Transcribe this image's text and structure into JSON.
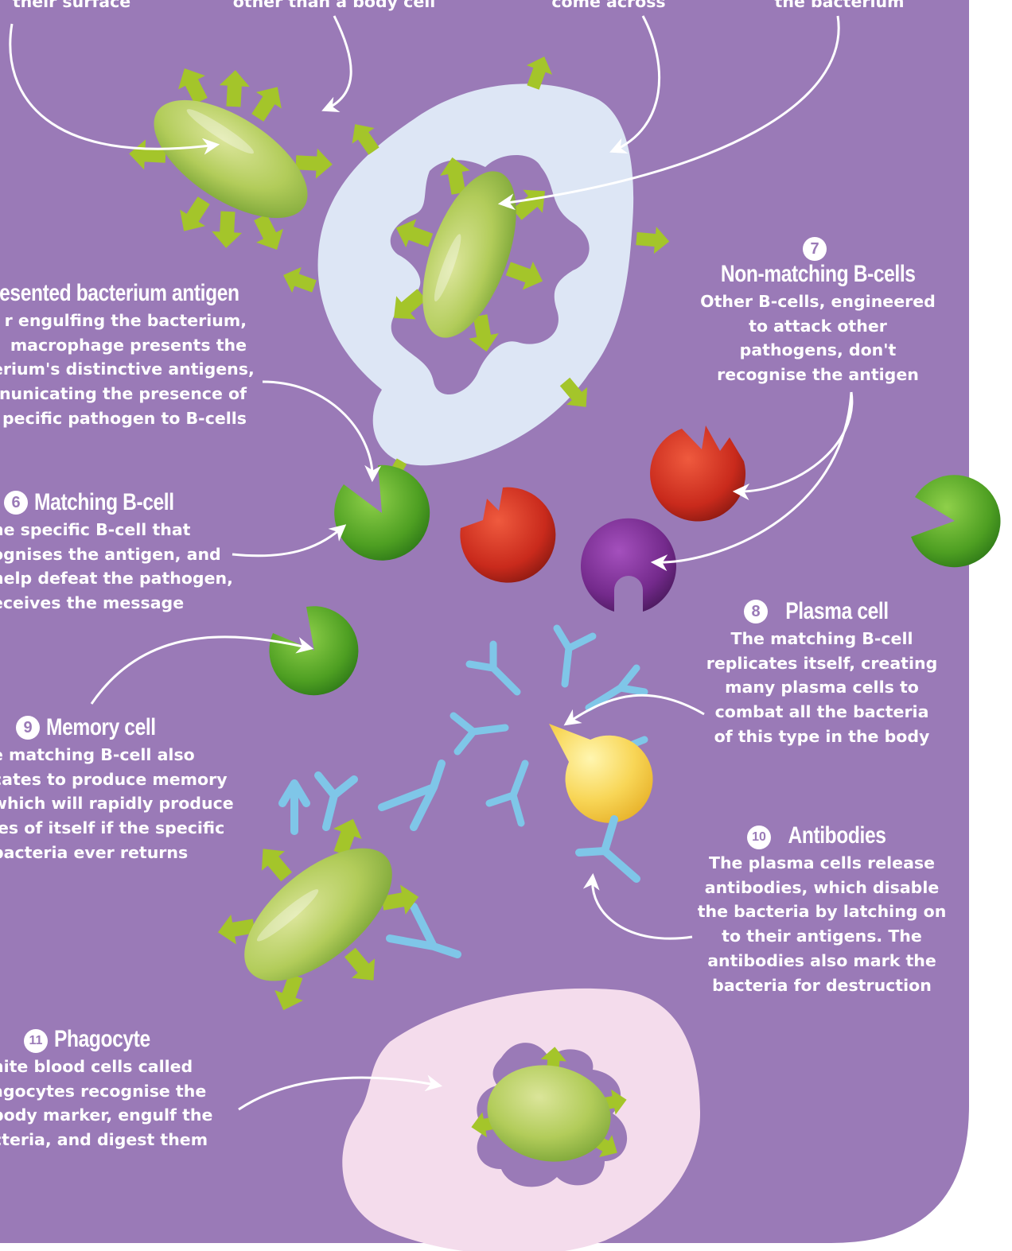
{
  "colors": {
    "background": "#9a7ab7",
    "macrophage": "#dde6f5",
    "phagocyte": "#f4dcec",
    "bacterium": "#a7c552",
    "antigen_arrow": "#a4c52a",
    "matching_bcell": "#5aa82a",
    "nonmatching_red": "#d53224",
    "nonmatching_purple": "#7b2f93",
    "plasma_cell": "#f7cf4a",
    "antibody": "#7fc6e8"
  },
  "top_fragments": {
    "a": "their surface",
    "b": "other than a body cell",
    "c": "come across",
    "d": "the bacterium"
  },
  "labels": {
    "presented": {
      "title": "resented bacterium antigen",
      "lines": [
        "r engulfing the bacterium,",
        "macrophage presents the",
        "erium's distinctive antigens,",
        "nunicating the presence of",
        "pecific pathogen to B-cells"
      ]
    },
    "matching": {
      "number": "6",
      "title": "Matching B-cell",
      "lines": [
        "he specific B-cell that",
        "ognises the antigen, and",
        "help defeat the pathogen,",
        "eceives the message"
      ]
    },
    "nonmatching": {
      "number": "7",
      "title": "Non-matching B-cells",
      "lines": [
        "Other B-cells, engineered",
        "to attack other",
        "pathogens, don't",
        "recognise the antigen"
      ]
    },
    "plasma": {
      "number": "8",
      "title": "Plasma cell",
      "lines": [
        "The matching B-cell",
        "replicates itself, creating",
        "many plasma cells to",
        "combat all the bacteria",
        "of this type in the body"
      ]
    },
    "memory": {
      "number": "9",
      "title": "Memory cell",
      "lines": [
        "e matching B-cell also",
        "cates to produce memory",
        "which will rapidly produce",
        "ies of itself if the specific",
        "bacteria ever returns"
      ]
    },
    "antibodies": {
      "number": "10",
      "title": "Antibodies",
      "lines": [
        "The plasma cells release",
        "antibodies, which disable",
        "the bacteria by latching on",
        "to their antigens. The",
        "antibodies also mark the",
        "bacteria for destruction"
      ]
    },
    "phagocyte": {
      "number": "11",
      "title": "Phagocyte",
      "lines": [
        "hite blood cells called",
        "agocytes recognise the",
        "body marker, engulf the",
        "cteria, and digest them"
      ]
    }
  }
}
